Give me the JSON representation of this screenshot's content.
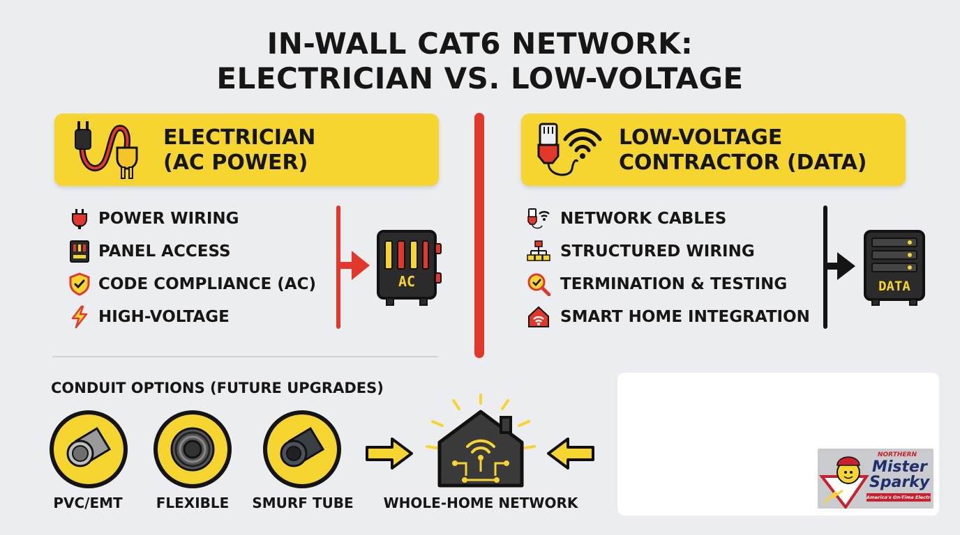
{
  "title": {
    "line1": "IN-WALL CAT6 NETWORK:",
    "line2": "ELECTRICIAN VS. LOW-VOLTAGE"
  },
  "electrician": {
    "heading_line1": "ELECTRICIAN",
    "heading_line2": "(AC POWER)",
    "items": [
      {
        "label": "POWER WIRING",
        "icon": "plug-icon"
      },
      {
        "label": "PANEL ACCESS",
        "icon": "panel-icon"
      },
      {
        "label": "CODE COMPLIANCE (AC)",
        "icon": "shield-check-icon"
      },
      {
        "label": "HIGH-VOLTAGE",
        "icon": "lightning-icon"
      }
    ],
    "box_label": "AC"
  },
  "low_voltage": {
    "heading_line1": "LOW-VOLTAGE",
    "heading_line2": "CONTRACTOR (DATA)",
    "items": [
      {
        "label": "NETWORK CABLES",
        "icon": "ethernet-wifi-icon"
      },
      {
        "label": "STRUCTURED WIRING",
        "icon": "hierarchy-icon"
      },
      {
        "label": "TERMINATION & TESTING",
        "icon": "magnifier-check-icon"
      },
      {
        "label": "SMART HOME INTEGRATION",
        "icon": "smart-home-icon"
      }
    ],
    "box_label": "DATA"
  },
  "conduit": {
    "title": "CONDUIT OPTIONS (FUTURE UPGRADES)",
    "options": [
      {
        "label": "PVC/EMT",
        "icon": "pvc-pipe-icon"
      },
      {
        "label": "FLEXIBLE",
        "icon": "flexible-conduit-icon"
      },
      {
        "label": "SMURF TUBE",
        "icon": "smurf-tube-icon"
      }
    ],
    "network_label": "WHOLE-HOME NETWORK"
  },
  "logo": {
    "top": "NORTHERN",
    "line1": "Mister",
    "line2": "Sparky",
    "tagline": "America's On-Time Electrician"
  },
  "colors": {
    "background": "#ebedef",
    "yellow": "#f6d530",
    "red": "#e1382b",
    "dark": "#161616"
  }
}
